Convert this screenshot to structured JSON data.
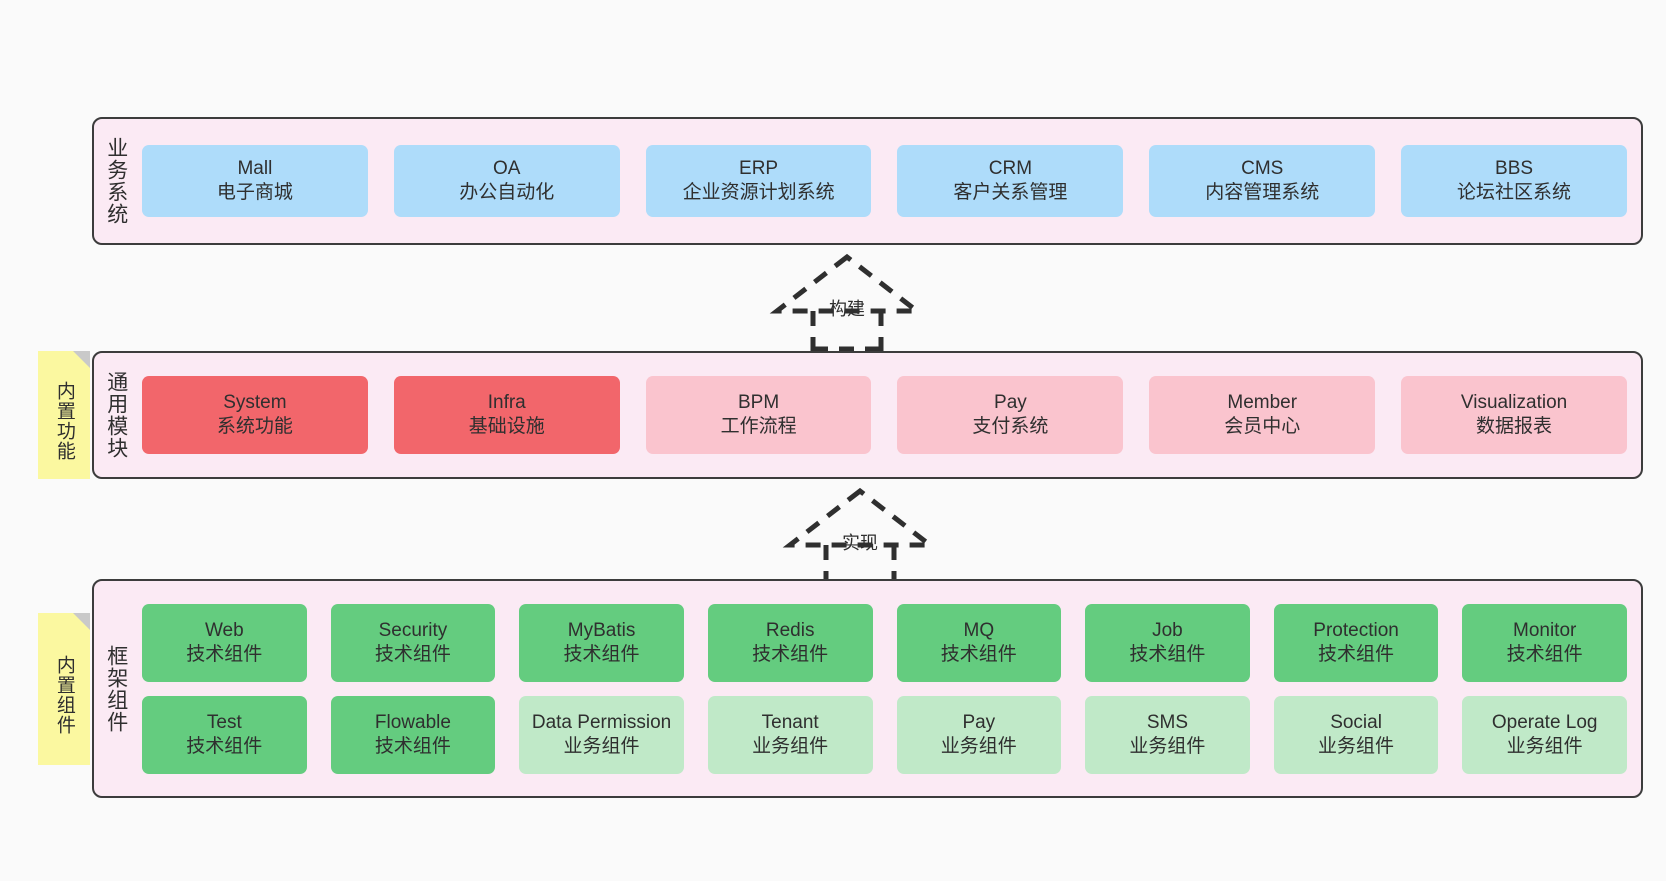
{
  "diagram": {
    "title": "ruoyi-vue-pro architecture layers",
    "background": "#fafafa",
    "colors": {
      "panel_bg": "#fbeaf4",
      "panel_border": "#3c3c3c",
      "business_card": "#aedcfa",
      "module_core_card": "#f2666b",
      "module_card": "#fac4ce",
      "tech_component_card": "#64cc7f",
      "biz_component_card": "#c0e9c8",
      "note_bg": "#fbf8a0",
      "note_fold": "#c9c9c9"
    }
  },
  "layers": {
    "business": {
      "title": "业务系统",
      "cards": [
        {
          "name": "Mall",
          "desc": "电子商城"
        },
        {
          "name": "OA",
          "desc": "办公自动化"
        },
        {
          "name": "ERP",
          "desc": "企业资源计划系统"
        },
        {
          "name": "CRM",
          "desc": "客户关系管理"
        },
        {
          "name": "CMS",
          "desc": "内容管理系统"
        },
        {
          "name": "BBS",
          "desc": "论坛社区系统"
        }
      ]
    },
    "modules": {
      "title": "通用模块",
      "note": "内置功能",
      "cards": [
        {
          "name": "System",
          "desc": "系统功能"
        },
        {
          "name": "Infra",
          "desc": "基础设施"
        },
        {
          "name": "BPM",
          "desc": "工作流程"
        },
        {
          "name": "Pay",
          "desc": "支付系统"
        },
        {
          "name": "Member",
          "desc": "会员中心"
        },
        {
          "name": "Visualization",
          "desc": "数据报表"
        }
      ]
    },
    "framework": {
      "title": "框架组件",
      "note": "内置组件",
      "row1": [
        {
          "name": "Web",
          "desc": "技术组件"
        },
        {
          "name": "Security",
          "desc": "技术组件"
        },
        {
          "name": "MyBatis",
          "desc": "技术组件"
        },
        {
          "name": "Redis",
          "desc": "技术组件"
        },
        {
          "name": "MQ",
          "desc": "技术组件"
        },
        {
          "name": "Job",
          "desc": "技术组件"
        },
        {
          "name": "Protection",
          "desc": "技术组件"
        },
        {
          "name": "Monitor",
          "desc": "技术组件"
        }
      ],
      "row2": [
        {
          "name": "Test",
          "desc": "技术组件"
        },
        {
          "name": "Flowable",
          "desc": "技术组件"
        },
        {
          "name": "Data Permission",
          "desc": "业务组件"
        },
        {
          "name": "Tenant",
          "desc": "业务组件"
        },
        {
          "name": "Pay",
          "desc": "业务组件"
        },
        {
          "name": "SMS",
          "desc": "业务组件"
        },
        {
          "name": "Social",
          "desc": "业务组件"
        },
        {
          "name": "Operate Log",
          "desc": "业务组件"
        }
      ]
    }
  },
  "connectors": [
    {
      "id": "build",
      "label": "构建",
      "style": "dashed-generalization-up"
    },
    {
      "id": "realize",
      "label": "实现",
      "style": "dashed-generalization-up"
    }
  ]
}
